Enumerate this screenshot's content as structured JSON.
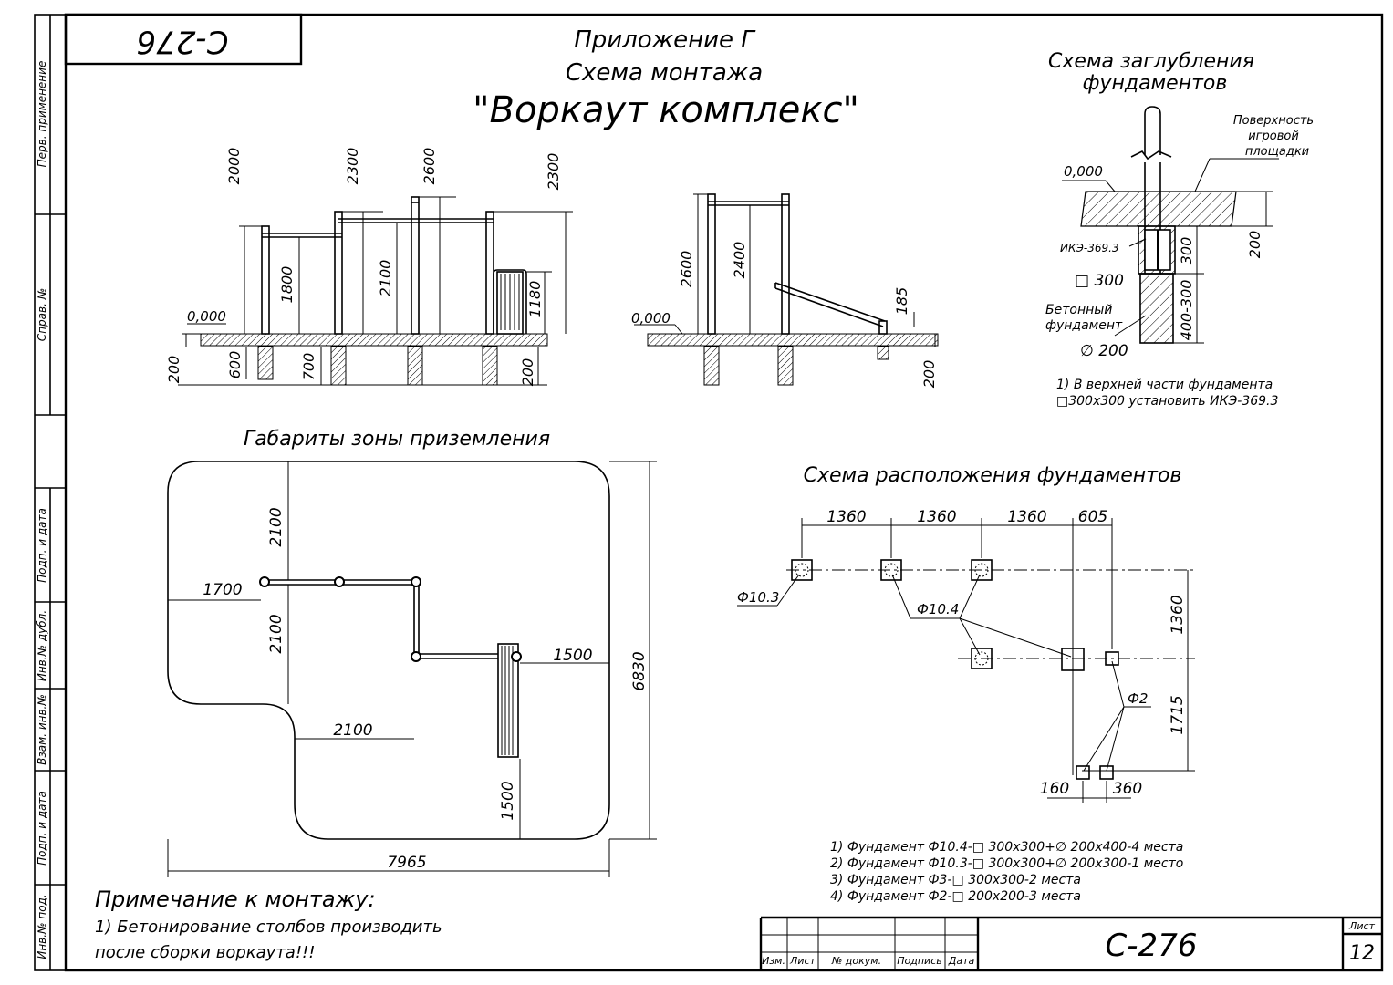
{
  "sheet": {
    "code_top": "C-276",
    "code_main": "C-276",
    "sheet_label": "Лист",
    "sheet_number": "12"
  },
  "side_stamp": [
    "Перв. применение",
    "Справ. №",
    "Подп. и дата",
    "Инв.№ дубл.",
    "Взам. инв.№",
    "Подп. и дата",
    "Инв.№ под."
  ],
  "title": {
    "line1": "Приложение Г",
    "line2": "Схема монтажа",
    "line3": "\"Воркаут комплекс\""
  },
  "side_view": {
    "dims_top": [
      "2000",
      "2300",
      "2600",
      "2300"
    ],
    "dims_inner": [
      "1800",
      "2100",
      "1180"
    ],
    "dims_bottom": [
      "200",
      "600",
      "700",
      "200"
    ],
    "zero": "0,000"
  },
  "front_view": {
    "dims": [
      "2600",
      "2400",
      "185",
      "200"
    ],
    "zero": "0,000"
  },
  "depth_scheme": {
    "title_line1": "Схема заглубления",
    "title_line2": "фундаментов",
    "surface_line1": "Поверхность",
    "surface_line2": "игровой",
    "surface_line3": "площадки",
    "zero": "0,000",
    "ike": "ИКЭ-369.3",
    "square": "□ 300",
    "concrete_line1": "Бетонный",
    "concrete_line2": "фундамент",
    "diameter": "∅ 200",
    "dims": [
      "300",
      "200",
      "400-300"
    ],
    "note_line1": "1) В верхней части фундамента",
    "note_line2": "□300х300 установить ИКЭ-369.3"
  },
  "landing_zone": {
    "title": "Габариты зоны приземления",
    "dims": [
      "2100",
      "1700",
      "2100",
      "1500",
      "6830",
      "2100",
      "1500",
      "7965"
    ]
  },
  "foundation_layout": {
    "title": "Схема расположения фундаментов",
    "dims_top": [
      "1360",
      "1360",
      "1360",
      "605"
    ],
    "dims_right": [
      "1360",
      "1715"
    ],
    "dims_bottom": [
      "160",
      "360"
    ],
    "labels": [
      "Ф10.3",
      "Ф10.4",
      "Ф2"
    ],
    "notes": [
      "1) Фундамент Ф10.4-□ 300х300+∅ 200х400-4 места",
      "2) Фундамент Ф10.3-□ 300х300+∅ 200х300-1 место",
      "3) Фундамент Ф3-□ 300х300-2 места",
      "4) Фундамент Ф2-□ 200х200-3 места"
    ]
  },
  "mounting_note": {
    "title": "Примечание к монтажу:",
    "line1": "1) Бетонирование столбов производить",
    "line2": "после сборки воркаута!!!"
  },
  "title_block": {
    "headers": [
      "Изм.",
      "Лист",
      "№ докум.",
      "Подпись",
      "Дата"
    ]
  }
}
